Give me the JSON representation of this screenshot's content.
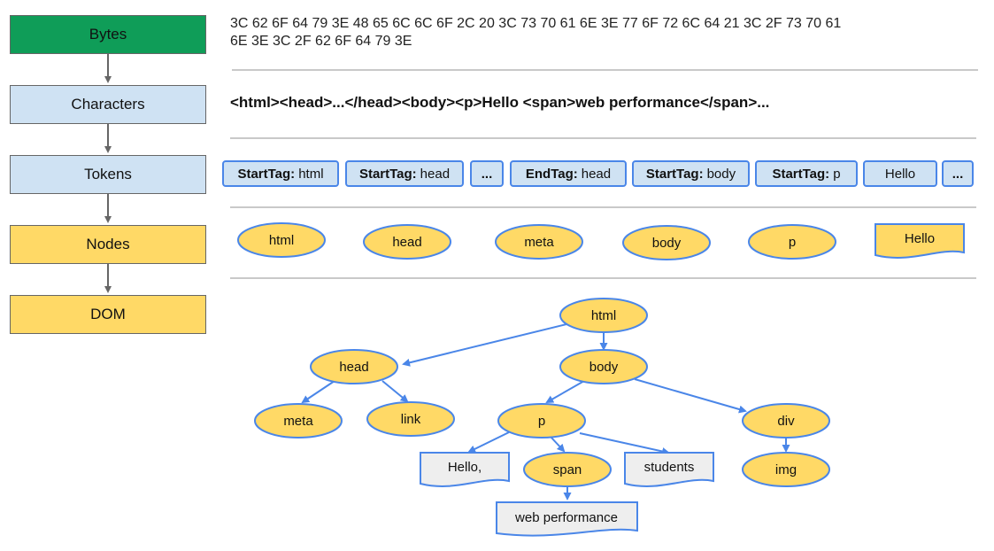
{
  "stages": [
    "Bytes",
    "Characters",
    "Tokens",
    "Nodes",
    "DOM"
  ],
  "bytes_hex_line1": "3C 62 6F 64 79 3E 48 65 6C 6C 6F 2C 20 3C 73 70 61 6E 3E 77 6F 72 6C 64 21 3C 2F 73 70 61",
  "bytes_hex_line2": "6E 3E 3C 2F 62 6F 64 79 3E",
  "characters_text": "<html><head>...</head><body><p>Hello <span>web performance</span>...",
  "tokens": [
    {
      "kind": "StartTag:",
      "value": "html"
    },
    {
      "kind": "StartTag:",
      "value": "head"
    },
    {
      "kind": "",
      "value": "..."
    },
    {
      "kind": "EndTag:",
      "value": "head"
    },
    {
      "kind": "StartTag:",
      "value": "body"
    },
    {
      "kind": "StartTag:",
      "value": "p"
    },
    {
      "kind": "",
      "value": "Hello"
    },
    {
      "kind": "",
      "value": "..."
    }
  ],
  "nodes": [
    "html",
    "head",
    "meta",
    "body",
    "p",
    "Hello"
  ],
  "dom_tree": {
    "html": "html",
    "head": "head",
    "body": "body",
    "meta": "meta",
    "link": "link",
    "p": "p",
    "div": "div",
    "hello_text": "Hello,",
    "span": "span",
    "students_text": "students",
    "img": "img",
    "web_performance_text": "web performance"
  },
  "colors": {
    "bytes_fill": "#0f9d58",
    "light_blue_fill": "#cfe2f3",
    "yellow_fill": "#ffd966",
    "blue_stroke": "#4a86e8",
    "node_fill": "#ffd966",
    "text_node_fill": "#eeeeee"
  }
}
